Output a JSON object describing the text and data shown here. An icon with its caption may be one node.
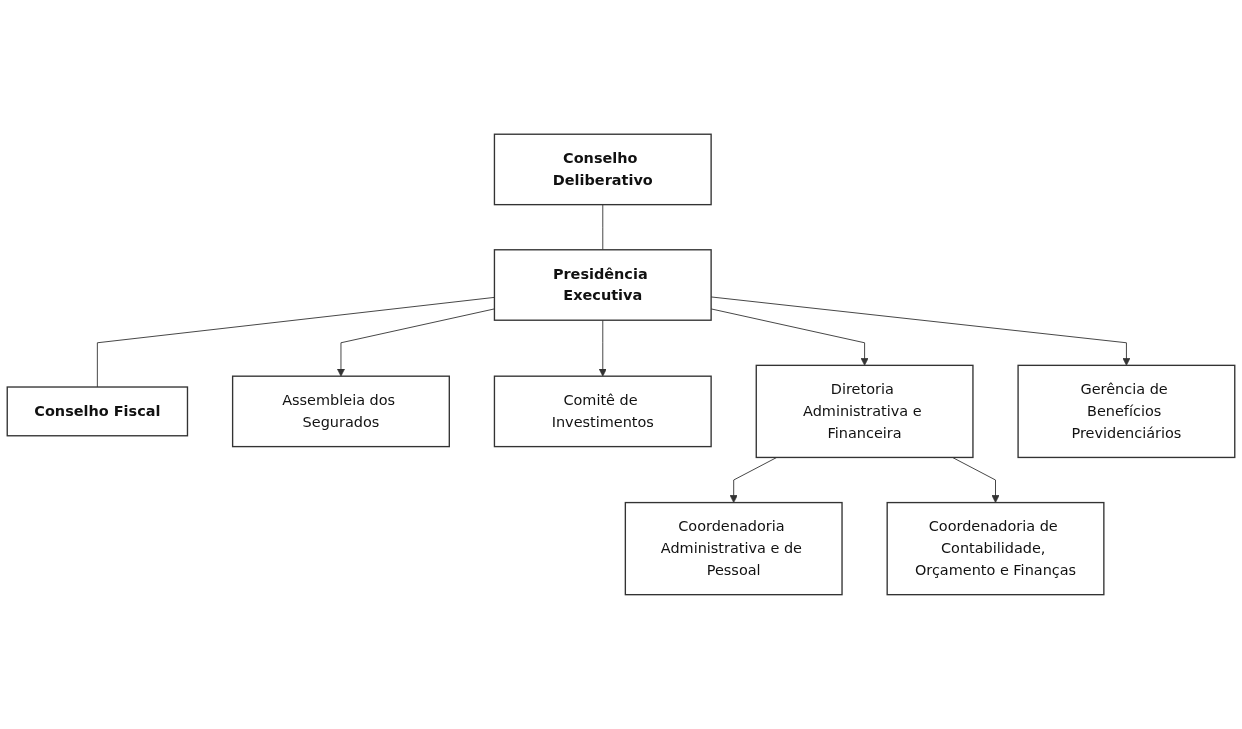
{
  "diagram": {
    "nodes": [
      {
        "text": [
          "Conselho Deliberativo"
        ]
      },
      {
        "text": [
          "Presidência Executiva"
        ]
      },
      {
        "text": [
          "Conselho Fiscal"
        ]
      },
      {
        "text": [
          "Assembleia dos Segurados"
        ]
      },
      {
        "text": [
          "Comitê de Investimentos"
        ]
      },
      {
        "text": [
          "Diretoria Administrativa e Financeira"
        ]
      },
      {
        "text": [
          "Coordenadoria Administrativa e de Pessoal"
        ]
      },
      {
        "text": [
          "Coordenadoria de Contabilidade, Orçamento e Finanças"
        ]
      },
      {
        "text": [
          "Gerência de Benefícios Previdenciários"
        ]
      }
    ],
    "edges": [
      {
        "from": 0,
        "to": 1,
        "arrow": "none"
      },
      {
        "from": 1,
        "to": 2,
        "arrow": "none"
      },
      {
        "from": 1,
        "to": 3,
        "arrow": "to"
      },
      {
        "from": 1,
        "to": 4,
        "arrow": "to"
      },
      {
        "from": 1,
        "to": 5,
        "arrow": "to"
      },
      {
        "from": 1,
        "to": 8,
        "arrow": "to"
      },
      {
        "from": 5,
        "to": 6,
        "arrow": "to"
      },
      {
        "from": 5,
        "to": 7,
        "arrow": "to"
      }
    ]
  }
}
